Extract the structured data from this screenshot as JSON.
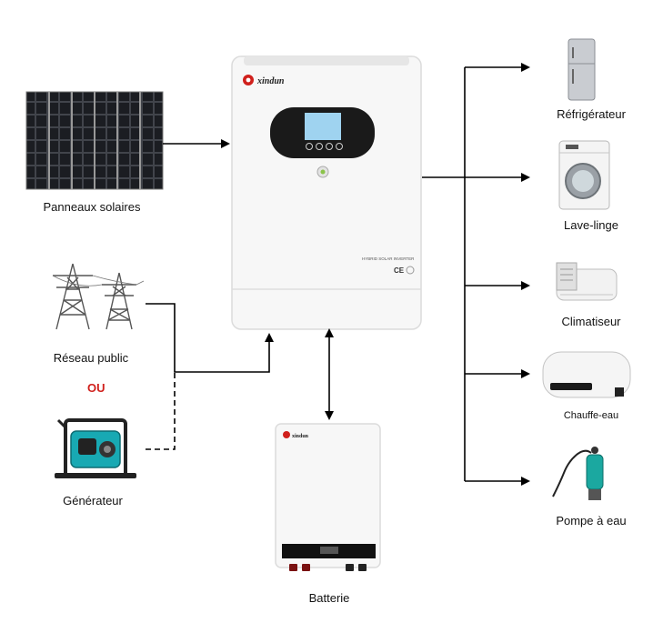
{
  "nodes": {
    "solar": {
      "label": "Panneaux solaires"
    },
    "grid": {
      "label": "Réseau public"
    },
    "or": {
      "label": "OU"
    },
    "generator": {
      "label": "Générateur"
    },
    "battery": {
      "label": "Batterie"
    },
    "fridge": {
      "label": "Réfrigérateur"
    },
    "washer": {
      "label": "Lave-linge"
    },
    "ac": {
      "label": "Climatiseur"
    },
    "heater": {
      "label": "Chauffe-eau"
    },
    "pump": {
      "label": "Pompe à eau"
    }
  },
  "inverter": {
    "brand": "xindun",
    "model_text": "HYBRID SOLAR INVERTER",
    "cert": "CE"
  },
  "battery_unit": {
    "brand": "xindun"
  },
  "colors": {
    "accent": "#d0201c",
    "line": "#000000",
    "screen": "#1a1a1a",
    "lcd": "#9fd3f0",
    "pump": "#1ba8a0"
  }
}
